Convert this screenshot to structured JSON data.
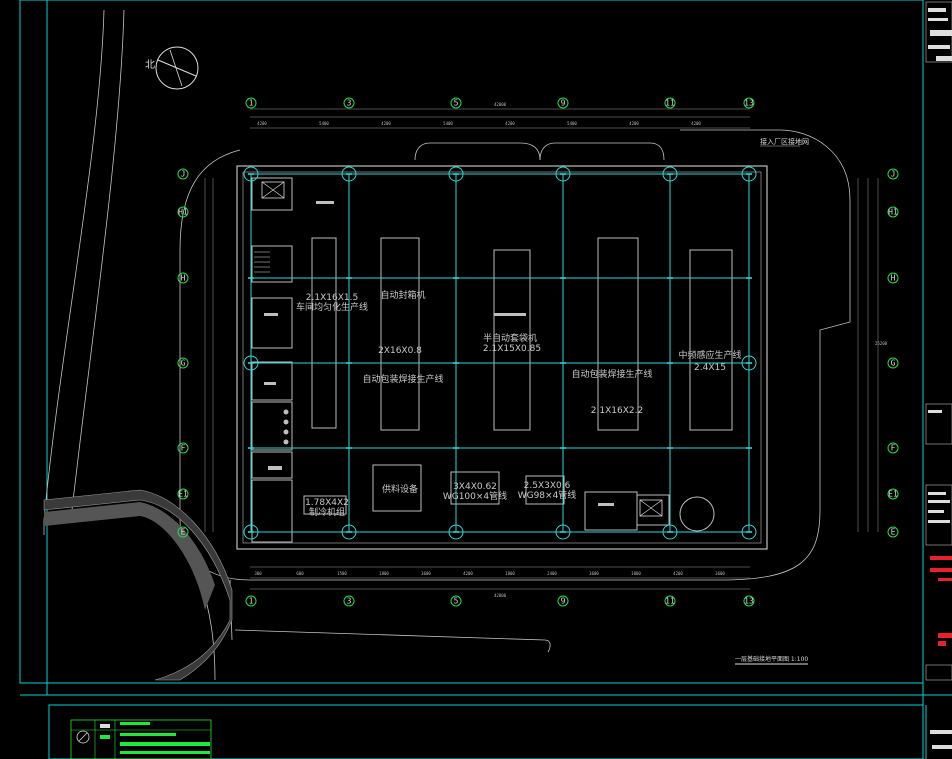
{
  "north_label": "北",
  "plan_title": "一层基础接地平面图 1:100",
  "entry_note": "接入厂区接地网",
  "overall_dim": "42000",
  "side_dim": "25200",
  "grid_columns": [
    "1",
    "3",
    "5",
    "9",
    "11",
    "13"
  ],
  "grid_rows": [
    "J",
    "H",
    "G",
    "F",
    "E"
  ],
  "grid_rows_intermediate": [
    "H1",
    "E1"
  ],
  "top_dims": [
    "4200",
    "5400",
    "4200",
    "5400",
    "4200",
    "5400",
    "4200",
    "4200"
  ],
  "bottom_dims": [
    "300",
    "600",
    "1500",
    "1800",
    "3600",
    "4200",
    "1800",
    "2400",
    "3600",
    "1800",
    "4200",
    "3600"
  ],
  "equipment_labels": [
    {
      "line1": "2.1X16X1.5",
      "line2": "车间均匀化生产线"
    },
    {
      "line1": "自动封箱机",
      "line2": ""
    },
    {
      "line1": "2X16X0.8",
      "line2": ""
    },
    {
      "line1": "自动包装焊接生产线",
      "line2": ""
    },
    {
      "line1": "半自动套袋机",
      "line2": ""
    },
    {
      "line1": "2.1X15X0.85",
      "line2": ""
    },
    {
      "line1": "自动包装焊接生产线",
      "line2": ""
    },
    {
      "line1": "2.1X16X2.2",
      "line2": ""
    },
    {
      "line1": "中频感应生产线",
      "line2": ""
    },
    {
      "line1": "2.4X15",
      "line2": ""
    },
    {
      "line1": "供料设备",
      "line2": ""
    },
    {
      "line1": "3X4X0.62",
      "line2": "WG100×4管线"
    },
    {
      "line1": "2.5X3X0.6",
      "line2": "WG98×4管线"
    },
    {
      "line1": "1.78X4X2",
      "line2": "制冷机组"
    }
  ],
  "colors": {
    "border": "#00d4d4",
    "grounding_line": "#2fd6d6",
    "bubble": "#22dd44",
    "wall": "#bdbdbd",
    "title_block_red": "#e8202c",
    "title_block_green": "#20e838"
  },
  "icons": [
    "north-arrow-icon",
    "transformer-box-icon",
    "stair-icon"
  ]
}
